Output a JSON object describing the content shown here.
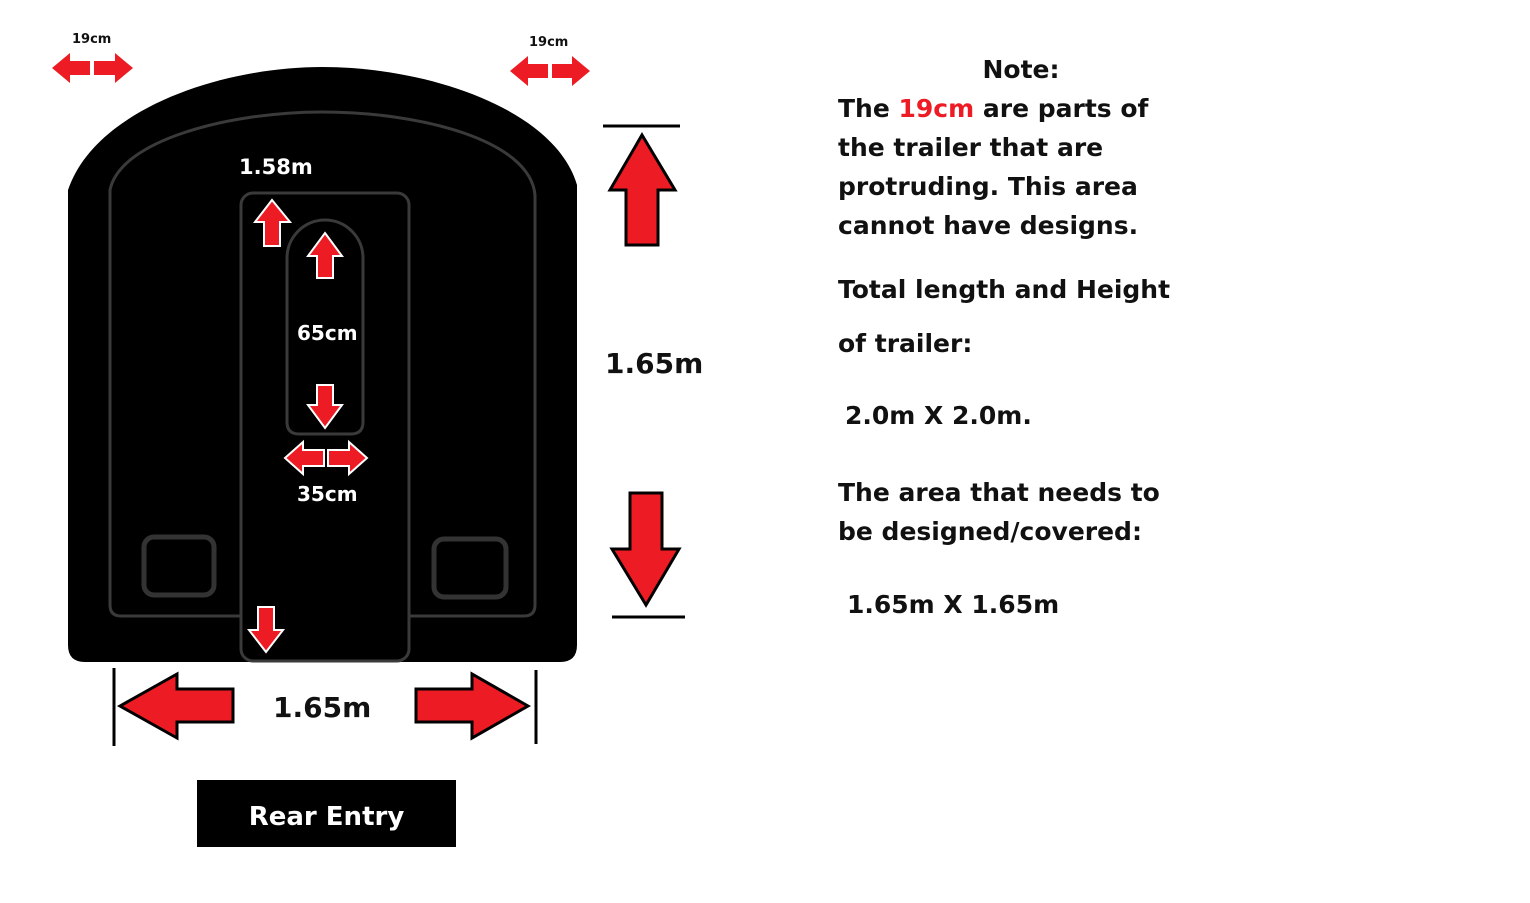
{
  "diagram": {
    "protrusion_left": "19cm",
    "protrusion_right": "19cm",
    "door_height": "1.58m",
    "window_height": "65cm",
    "window_width": "35cm",
    "height_label": "1.65m",
    "width_label": "1.65m",
    "rear_entry": "Rear Entry"
  },
  "note": {
    "title": "Note:",
    "line1_pre": "The ",
    "line1_highlight": "19cm",
    "line1_post": " are parts of the trailer that are protruding. This area cannot have designs.",
    "total_label": "Total length and Height of trailer:",
    "total_value": "2.0m X 2.0m.",
    "area_label": "The area that needs to be designed/covered:",
    "area_value": "1.65m X 1.65m"
  },
  "colors": {
    "accent": "#ED1C24"
  }
}
